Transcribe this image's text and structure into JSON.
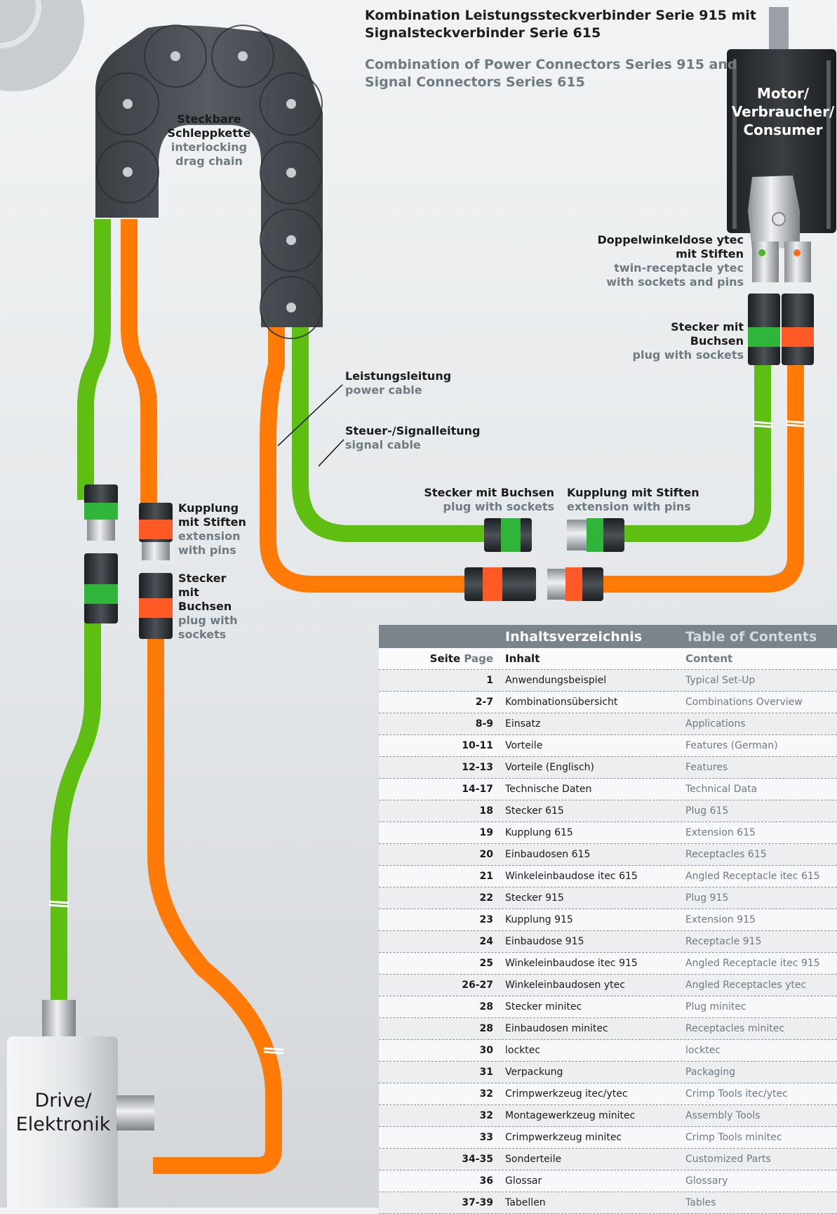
{
  "header": {
    "title_de": "Kombination Leistungssteckverbinder Serie 915 mit Signalsteckverbinder Serie 615",
    "title_en": "Combination of Power Connectors Series 915 and Signal Connectors Series 615"
  },
  "devices": {
    "motor_label": "Motor/ Verbraucher/ Consumer",
    "drive_label": "Drive/ Elektronik"
  },
  "labels": {
    "drag_chain": {
      "de": "Steckbare Schleppkette",
      "en": "interlocking drag chain"
    },
    "twin_receptacle": {
      "de": "Doppelwinkeldose ytec mit Stiften",
      "en": "twin-receptacle ytec with sockets and pins"
    },
    "plug_sockets_right": {
      "de": "Stecker mit Buchsen",
      "en": "plug with sockets"
    },
    "power_cable": {
      "de": "Leistungsleitung",
      "en": "power cable"
    },
    "signal_cable": {
      "de": "Steuer-/Signalleitung",
      "en": "signal cable"
    },
    "plug_sockets_mid": {
      "de": "Stecker mit Buchsen",
      "en": "plug with sockets"
    },
    "extension_pins_mid": {
      "de": "Kupplung mit Stiften",
      "en": "extension with pins"
    },
    "extension_pins_left": {
      "de": "Kupplung mit Stiften",
      "en": "extension with pins"
    },
    "plug_sockets_left": {
      "de": "Stecker mit Buchsen",
      "en": "plug with sockets"
    }
  },
  "colors": {
    "signal_cable": "#5fbe12",
    "power_cable": "#ff7a06",
    "chain": "#44494e",
    "header_bar": "#7b848b"
  },
  "toc": {
    "title_de": "Inhaltsverzeichnis",
    "title_en": "Table of Contents",
    "col_page_de": "Seite",
    "col_page_en": "Page",
    "col_content_de": "Inhalt",
    "col_content_en": "Content",
    "rows": [
      {
        "page": "1",
        "de": "Anwendungsbeispiel",
        "en": "Typical Set-Up"
      },
      {
        "page": "2-7",
        "de": "Kombinationsübersicht",
        "en": "Combinations Overview"
      },
      {
        "page": "8-9",
        "de": "Einsatz",
        "en": "Applications"
      },
      {
        "page": "10-11",
        "de": "Vorteile",
        "en": "Features (German)"
      },
      {
        "page": "12-13",
        "de": "Vorteile (Englisch)",
        "en": "Features"
      },
      {
        "page": "14-17",
        "de": "Technische Daten",
        "en": "Technical Data"
      },
      {
        "page": "18",
        "de": "Stecker 615",
        "en": "Plug 615"
      },
      {
        "page": "19",
        "de": "Kupplung 615",
        "en": "Extension 615"
      },
      {
        "page": "20",
        "de": "Einbaudosen 615",
        "en": "Receptacles 615"
      },
      {
        "page": "21",
        "de": "Winkeleinbaudose itec 615",
        "en": "Angled Receptacle itec 615"
      },
      {
        "page": "22",
        "de": "Stecker 915",
        "en": "Plug 915"
      },
      {
        "page": "23",
        "de": "Kupplung 915",
        "en": "Extension 915"
      },
      {
        "page": "24",
        "de": "Einbaudose 915",
        "en": "Receptacle 915"
      },
      {
        "page": "25",
        "de": "Winkeleinbaudose itec 915",
        "en": "Angled Receptacle itec 915"
      },
      {
        "page": "26-27",
        "de": "Winkeleinbaudosen ytec",
        "en": "Angled Receptacles ytec"
      },
      {
        "page": "28",
        "de": "Stecker minitec",
        "en": "Plug minitec"
      },
      {
        "page": "28",
        "de": "Einbaudosen minitec",
        "en": "Receptacles minitec"
      },
      {
        "page": "30",
        "de": "locktec",
        "en": "locktec"
      },
      {
        "page": "31",
        "de": "Verpackung",
        "en": "Packaging"
      },
      {
        "page": "32",
        "de": "Crimpwerkzeug itec/ytec",
        "en": "Crimp Tools itec/ytec"
      },
      {
        "page": "32",
        "de": "Montagewerkzeug minitec",
        "en": "Assembly Tools"
      },
      {
        "page": "33",
        "de": "Crimpwerkzeug minitec",
        "en": "Crimp Tools minitec"
      },
      {
        "page": "34-35",
        "de": "Sonderteile",
        "en": "Customized Parts"
      },
      {
        "page": "36",
        "de": "Glossar",
        "en": "Glossary"
      },
      {
        "page": "37-39",
        "de": "Tabellen",
        "en": "Tables"
      }
    ]
  }
}
